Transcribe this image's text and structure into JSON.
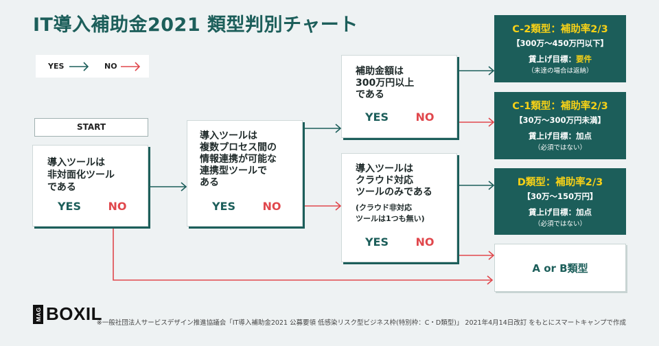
{
  "title": "IT導入補助金2021 類型判別チャート",
  "legend": {
    "yes_label": "YES",
    "no_label": "NO"
  },
  "start_label": "START",
  "decisions": [
    {
      "question": "導入ツールは\n非対面化ツール\nである",
      "yes": "YES",
      "no": "NO"
    },
    {
      "question": "導入ツールは\n複数プロセス間の\n情報連携が可能な\n連携型ツールで\nある",
      "yes": "YES",
      "no": "NO"
    },
    {
      "question": "補助金額は\n300万円以上\nである",
      "yes": "YES",
      "no": "NO"
    },
    {
      "question": "導入ツールは\nクラウド対応\nツールのみである",
      "note": "(クラウド非対応\nツールは1つも無い)",
      "yes": "YES",
      "no": "NO"
    }
  ],
  "results": [
    {
      "title": "C-2類型：補助率2/3",
      "range": "【300万～450万円以下】",
      "wage_label": "賃上げ目標：",
      "wage_value": "要件",
      "wage_note": "（未達の場合は返納）"
    },
    {
      "title": "C-1類型：補助率2/3",
      "range": "【30万～300万円未満】",
      "wage_label": "賃上げ目標：",
      "wage_value": "加点",
      "wage_note": "（必須ではない）"
    },
    {
      "title": "D類型：補助率2/3",
      "range": "【30万～150万円】",
      "wage_label": "賃上げ目標：",
      "wage_value": "加点",
      "wage_note": "（必須ではない）"
    },
    {
      "title": "A or B類型"
    }
  ],
  "logo": {
    "mag": "MAG",
    "brand": "BOXIL"
  },
  "footnote": "※一般社団法人サービスデザイン推進協議会「IT導入補助金2021 公募要領 低感染リスク型ビジネス枠(特別枠：C・D類型)」 2021年4月14日改訂 をもとにスマートキャンプで作成",
  "colors": {
    "teal": "#1c5e5a",
    "red": "#e0474c",
    "yellow": "#f7d117",
    "background": "#eef2f3"
  },
  "icons": {
    "yes_arrow": "arrow-right-icon",
    "no_arrow": "arrow-right-icon"
  }
}
